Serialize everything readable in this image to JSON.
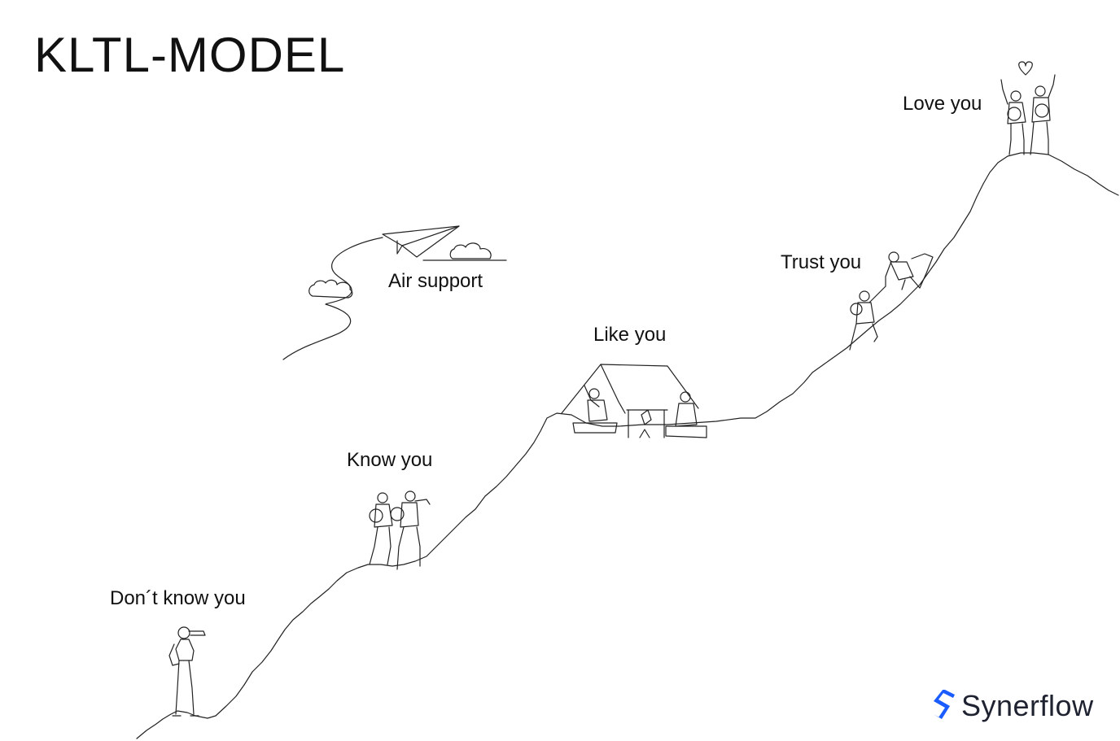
{
  "title": "KLTL-MODEL",
  "stages": [
    {
      "label": "Don´t know you"
    },
    {
      "label": "Know you"
    },
    {
      "label": "Like you"
    },
    {
      "label": "Trust you"
    },
    {
      "label": "Love you"
    }
  ],
  "air_support": {
    "label": "Air support"
  },
  "brand": {
    "name": "Synerflow",
    "icon": "synerflow-logo-icon",
    "color": "#1a5cff"
  },
  "colors": {
    "line": "#222222",
    "text": "#111111",
    "background": "#ffffff"
  }
}
